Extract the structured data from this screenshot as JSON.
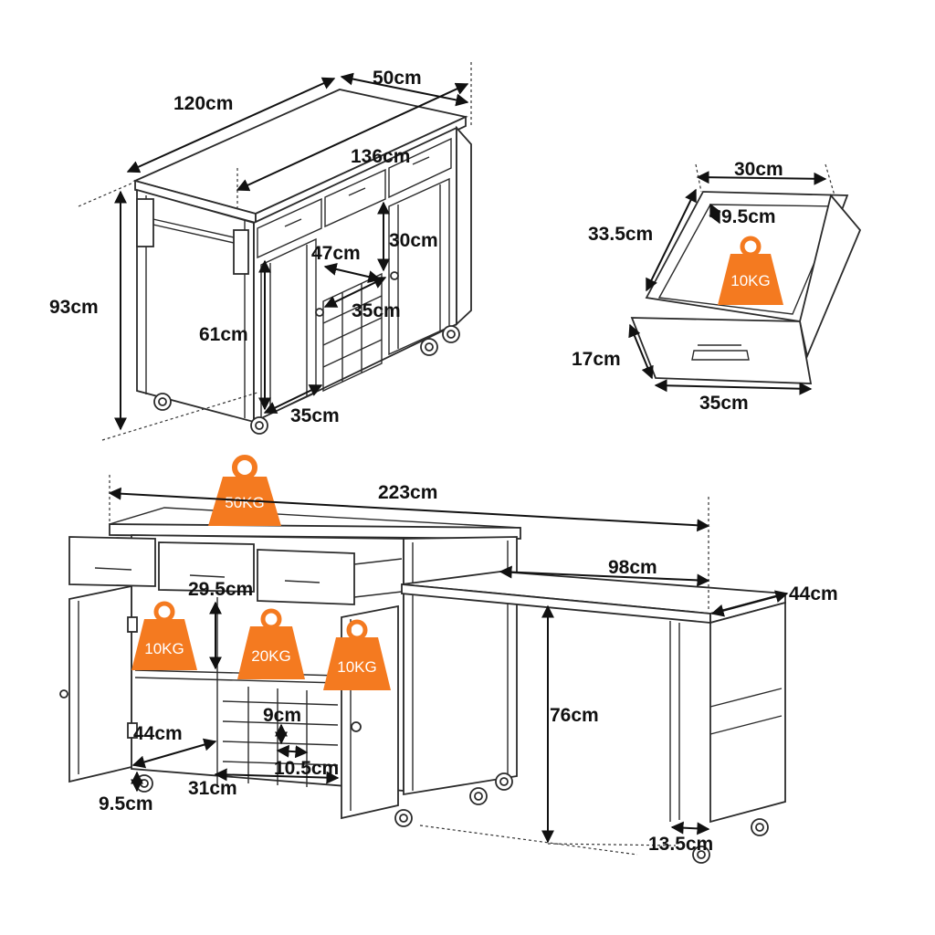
{
  "figure": {
    "top_island": {
      "dims": {
        "length": "120cm",
        "depth": "50cm",
        "top_length": "136cm",
        "height": "93cm",
        "inner_width": "47cm",
        "door_height": "30cm",
        "shelf_depth": "35cm",
        "cabinet_height": "61cm",
        "cabinet_width": "35cm"
      }
    },
    "drawer_detail": {
      "dims": {
        "width": "30cm",
        "depth": "33.5cm",
        "inner_height": "9.5cm",
        "front_height": "17cm",
        "front_width": "35cm"
      },
      "load": "10KG"
    },
    "extended_island": {
      "dims": {
        "total_length": "223cm",
        "extension_length": "98cm",
        "extension_depth": "44cm",
        "shelf_height": "29.5cm",
        "table_height": "76cm",
        "cabinet_depth": "44cm",
        "wine_rack_height": "9cm",
        "wine_rack_width": "10.5cm",
        "base_depth": "31cm",
        "wheel_height": "9.5cm",
        "leg_width": "13.5cm"
      },
      "loads": {
        "top": "50KG",
        "left_shelf": "10KG",
        "middle_shelf": "20KG",
        "door_shelf": "10KG"
      }
    },
    "colors": {
      "weight_badge": "#f47a20",
      "line": "#2b2b2b",
      "background": "#ffffff"
    }
  }
}
